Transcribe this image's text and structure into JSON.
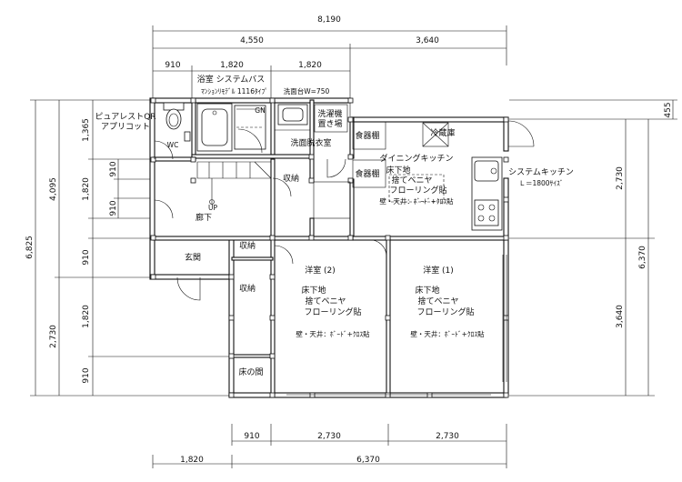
{
  "dimensions": {
    "top_total": "8,190",
    "top_mid_left": "4,550",
    "top_mid_right": "3,640",
    "top_a": "910",
    "top_b": "1,820",
    "top_c": "1,820",
    "bottom_a": "910",
    "bottom_b": "2,730",
    "bottom_c": "2,730",
    "bottom_left": "1,820",
    "bottom_right": "6,370",
    "left_total": "6,825",
    "left_upper": "4,095",
    "left_lower": "2,730",
    "left_1365": "1,365",
    "left_910a": "910",
    "left_1820a": "1,820",
    "left_910b": "910",
    "left_910c": "910",
    "left_1820b": "1,820",
    "left_910d": "910",
    "right_455": "455",
    "right_2730": "2,730",
    "right_3640": "3,640",
    "right_6370": "6,370"
  },
  "rooms": {
    "bath": "浴室 システムバス",
    "bath_sub": "ﾏﾝｼｮﾝﾘﾓﾃﾞﾙ 1116ﾀｲﾌﾟ",
    "vanity": "洗面台W=750",
    "toilet_name": "ピュアレストQR",
    "toilet_color": "アプリコット",
    "wc": "WC",
    "washer": "洗濯機",
    "washer2": "置き場",
    "dressing": "洗面脱衣室",
    "cupboard1": "食器棚",
    "cupboard2": "食器棚",
    "fridge": "冷蔵庫",
    "dining": "ダイニングキッチン",
    "dining_f1": "床下地",
    "dining_f2": "捨てベニヤ",
    "dining_f3": "フローリング貼",
    "dining_wall": "壁・天井：ﾎﾞｰﾄﾞ+ｸﾛｽ貼",
    "kitchen": "システムキッチン",
    "kitchen_size": "Ｌ＝1800ｻｲｽﾞ",
    "storage1": "収納",
    "up": "UP",
    "hall": "廊下",
    "entrance": "玄関",
    "storage2": "収納",
    "storage3": "収納",
    "tokonoma": "床の間",
    "room2": "洋室 (2)",
    "room2_f1": "床下地",
    "room2_f2": "捨てベニヤ",
    "room2_f3": "フローリング貼",
    "room2_wall": "壁・天井：ﾎﾞｰﾄﾞ+ｸﾛｽ貼",
    "room1": "洋室 (1)",
    "room1_f1": "床下地",
    "room1_f2": "捨てベニヤ",
    "room1_f3": "フローリング貼",
    "room1_wall": "壁・天井：ﾎﾞｰﾄﾞ+ｸﾛｽ貼",
    "gn": "GN"
  }
}
